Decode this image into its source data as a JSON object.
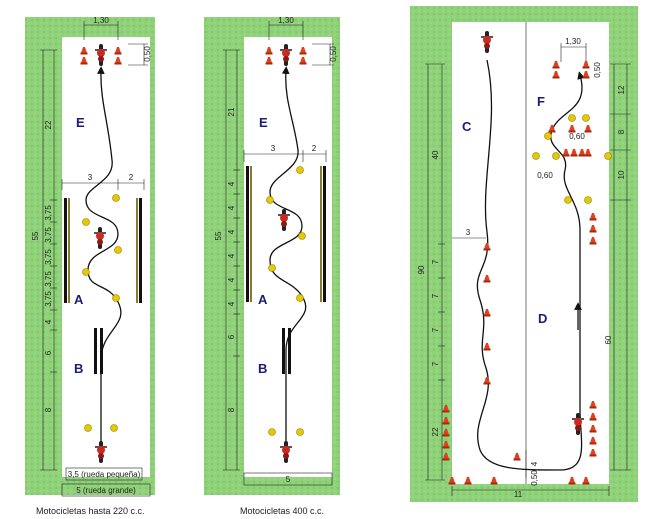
{
  "panels": {
    "p1": {
      "caption": "Motocicletas hasta 220 c.c.",
      "total": "55",
      "segments": [
        "22",
        "3,75",
        "3,75",
        "3,75",
        "3,75",
        "3,75",
        "4",
        "6",
        "8"
      ],
      "top_width": "1,30",
      "top_gap": "0,50",
      "lane_left": "3",
      "lane_right": "2",
      "width_small": "3,5 (rueda pequeña)",
      "width_large": "5 (rueda grande)",
      "zones": [
        "E",
        "A",
        "B"
      ]
    },
    "p2": {
      "caption": "Motocicletas 400 c.c.",
      "total": "55",
      "segments": [
        "21",
        "4",
        "4",
        "4",
        "4",
        "4",
        "4",
        "6",
        "8"
      ],
      "top_width": "1,30",
      "top_gap": "0,50",
      "lane_left": "3",
      "lane_right": "2",
      "width": "5",
      "zones": [
        "E",
        "A",
        "B"
      ]
    },
    "p3": {
      "left_total": "90",
      "left_segments": [
        "40",
        "7",
        "7",
        "7",
        "7",
        "22"
      ],
      "slalom_offset": "3",
      "bottom_width": "11",
      "bottom_small": "4",
      "bottom_small2": "0,50",
      "right_total": "60",
      "right_segments": [
        "12",
        "8",
        "10"
      ],
      "top_width": "1,30",
      "top_gap": "0,50",
      "small_a": "0,60",
      "small_b": "0,60",
      "zones": [
        "C",
        "F",
        "D"
      ]
    }
  },
  "colors": {
    "grass": "#8fd27a",
    "track": "#ffffff",
    "path": "#111111",
    "cone": "#e0401e",
    "ball": "#e8c900",
    "letter": "#1c1c7a",
    "rail": "#8a7a2e"
  }
}
